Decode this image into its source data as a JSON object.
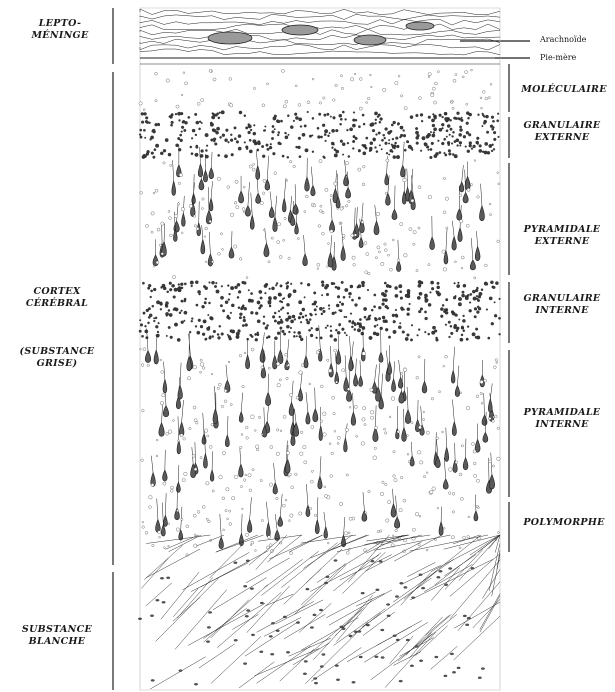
{
  "left_labels": {
    "lepto_line1": "LEPTO-",
    "lepto_line2": "MÉNINGE",
    "cortex_line1": "CORTEX",
    "cortex_line2": "CÉRÉBRAL",
    "gray_line1": "(SUBSTANCE",
    "gray_line2": "GRISE)",
    "white_line1": "SUBSTANCE",
    "white_line2": "BLANCHE"
  },
  "meninges": {
    "arachnoid": "Arachnoïde",
    "pia": "Pie-mère"
  },
  "layers": {
    "molecular": "MOLÉCULAIRE",
    "ext_granular_line1": "GRANULAIRE",
    "ext_granular_line2": "EXTERNE",
    "ext_pyramidal_line1": "PYRAMIDALE",
    "ext_pyramidal_line2": "EXTERNE",
    "int_granular_line1": "GRANULAIRE",
    "int_granular_line2": "INTERNE",
    "int_pyramidal_line1": "PYRAMIDALE",
    "int_pyramidal_line2": "INTERNE",
    "polymorph": "POLYMORPHE"
  },
  "colors": {
    "ink": "#1f1f1f",
    "cell_fill": "#5a5a5a",
    "background": "#ffffff"
  }
}
